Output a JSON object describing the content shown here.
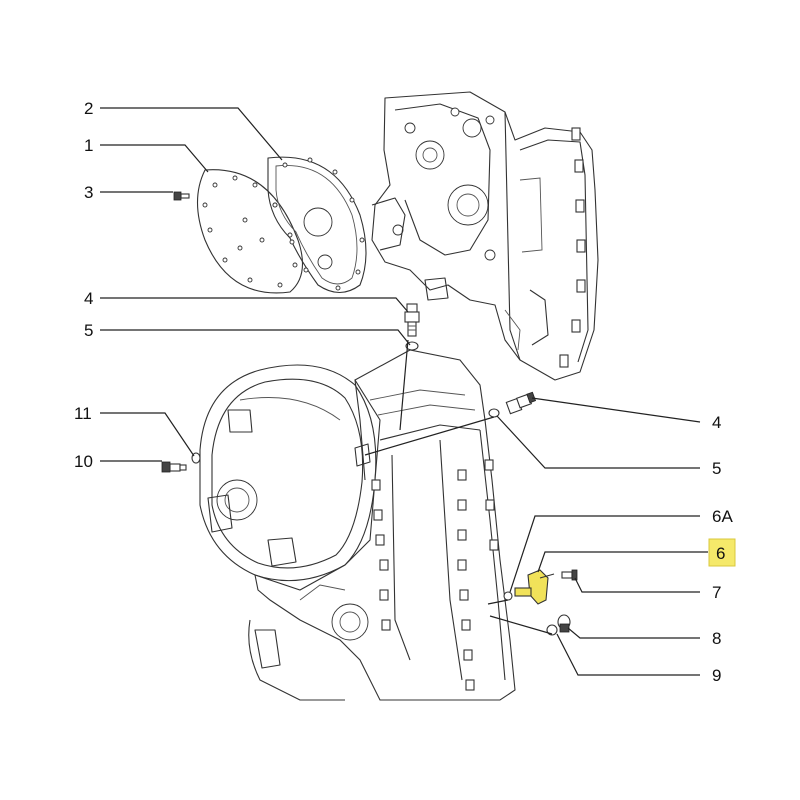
{
  "callouts": [
    {
      "id": "c-2-top",
      "label": "2"
    },
    {
      "id": "c-1-top",
      "label": "1"
    },
    {
      "id": "c-3-top",
      "label": "3"
    },
    {
      "id": "c-4-left",
      "label": "4"
    },
    {
      "id": "c-5-left",
      "label": "5"
    },
    {
      "id": "c-11",
      "label": "11"
    },
    {
      "id": "c-10",
      "label": "10"
    },
    {
      "id": "c-4-right",
      "label": "4"
    },
    {
      "id": "c-5-right",
      "label": "5"
    },
    {
      "id": "c-6a",
      "label": "6A"
    },
    {
      "id": "c-6",
      "label": "6"
    },
    {
      "id": "c-7",
      "label": "7"
    },
    {
      "id": "c-8",
      "label": "8"
    },
    {
      "id": "c-9",
      "label": "9"
    }
  ],
  "highlight": {
    "callout": "6",
    "color": "#f5e96a"
  }
}
